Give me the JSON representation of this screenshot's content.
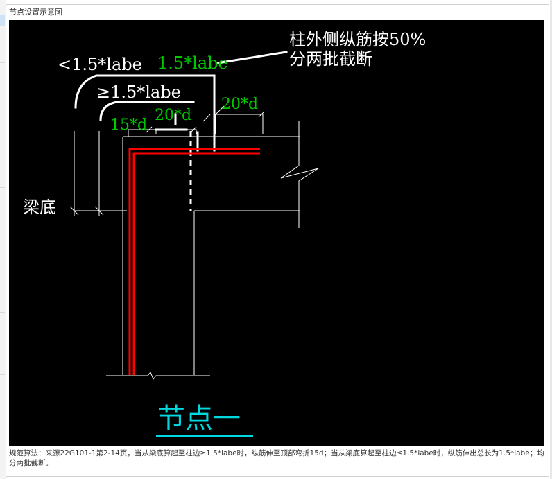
{
  "panel": {
    "title": "节点设置示意图"
  },
  "diagram": {
    "labels": {
      "less_than_label": "<1.5*labe",
      "length_label": "1.5*labe",
      "greater_equal_label": "≥1.5*labe",
      "bend_15d": "15*d",
      "offset_20d_left": "20*d",
      "offset_20d_right": "20*d",
      "note_line1": "柱外侧纵筋按50%",
      "note_line2": "分两批截断",
      "beam_bottom": "梁底",
      "node_title": "节点一"
    },
    "colors": {
      "background": "#000000",
      "lines": "#ffffff",
      "rebar": "#ff0000",
      "dimension_text": "#00c800",
      "title": "#00d8e0"
    }
  },
  "description": {
    "text": "规范算法：来源22G101-1第2-14页，当从梁底算起至柱边≥1.5*labe时，纵筋伸至顶部弯折15d；当从梁底算起至柱边≤1.5*labe时，纵筋伸出总长为1.5*labe；均分两批截断。"
  }
}
